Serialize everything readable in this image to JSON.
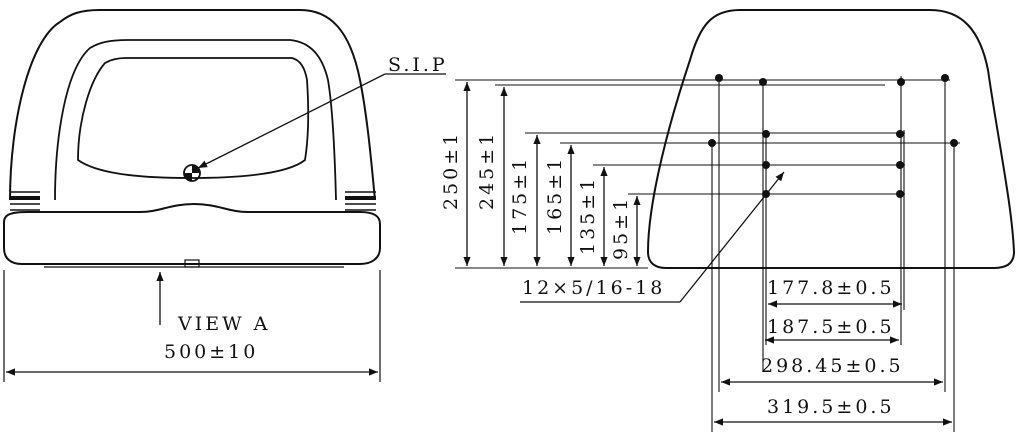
{
  "labels": {
    "sip": "S.I.P",
    "view_a": "VIEW A",
    "width_overall": "500±10",
    "dim_250": "250±1",
    "dim_245": "245±1",
    "dim_175": "175±1",
    "dim_165": "165±1",
    "dim_135": "135±1",
    "dim_95": "95±1",
    "bolts": "12×5/16-18",
    "dim_177": "177.8±0.5",
    "dim_187": "187.5±0.5",
    "dim_298": "298.45±0.5",
    "dim_319": "319.5±0.5"
  }
}
